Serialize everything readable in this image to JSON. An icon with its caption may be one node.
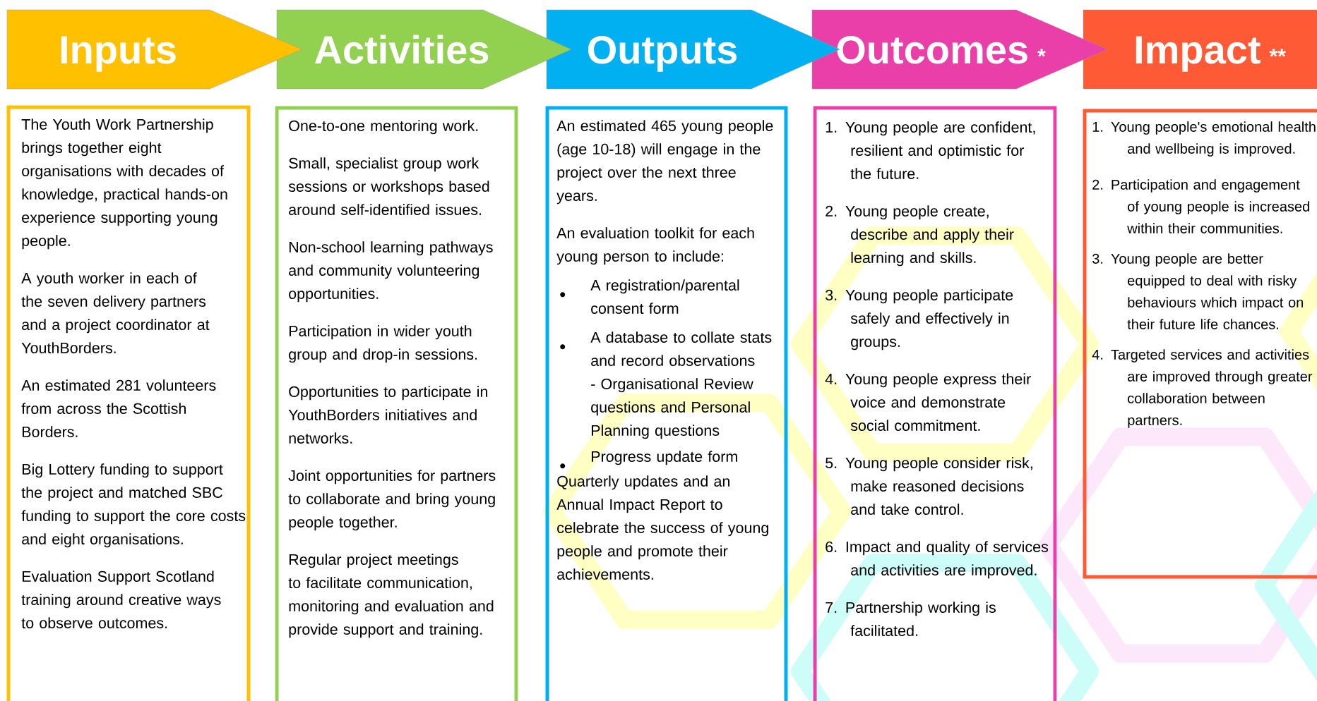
{
  "diagram": {
    "nodes": [
      {
        "text": [
          "Inputs"
        ]
      },
      {
        "text": [
          "Activities"
        ]
      },
      {
        "text": [
          "Outputs"
        ]
      },
      {
        "text": [
          "Outcomes",
          "*"
        ]
      },
      {
        "text": [
          "Impact",
          "**"
        ]
      },
      {
        "text": [
          "The Youth Work Partnership brings together eight organisations with decades of knowledge, practical hands-on experience supporting young people.",
          "A youth worker in each of the seven delivery partners and a project coordinator at YouthBorders.",
          "An estimated 281 volunteers from across the Scottish Borders.",
          "Big Lottery funding to support the project and matched SBC funding to support the core costs and eight organisations.",
          "Evaluation Support Scotland training around creative ways to observe outcomes."
        ]
      },
      {
        "text": [
          "One-to-one mentoring work.",
          "Small, specialist group work sessions or workshops based around self-identified issues.",
          "Non-school learning pathways and community volunteering opportunities.",
          "Participation in wider youth group and drop-in sessions.",
          "Opportunities to participate in YouthBorders initiatives and networks.",
          "Joint opportunities for partners to collaborate and bring young people together.",
          "Regular project meetings to facilitate communication, monitoring and evaluation and provide support and training."
        ]
      },
      {
        "text": [
          "An estimated 465 young people (age 10-18) will engage in the project over the next three years.",
          "An evaluation toolkit for each young person to include:",
          "A registration/parental consent form",
          "A database to collate stats and record observations - Organisational Review questions and Personal Planning questions",
          "Progress update form",
          "Quarterly updates and an Annual Impact Report to celebrate the success of young people and promote their achievements."
        ]
      },
      {
        "text": [
          "1. Young people are confident, resilient and optimistic for the future.",
          "2. Young people create, describe and apply their learning and skills.",
          "3. Young people participate safely and effectively in groups.",
          "4. Young people express their voice and demonstrate social commitment.",
          "5. Young people consider risk, make reasoned decisions and take control.",
          "6. Impact and quality of services and activities are improved.",
          "7. Partnership working is facilitated."
        ]
      },
      {
        "text": [
          "1. Young people's emotional health and wellbeing is improved.",
          "2. Participation and engagement of young people is increased within their communities.",
          "3. Young people are better equipped to deal with risky behaviours which impact on their future life chances.",
          "4. Targeted services and activities are improved through greater collaboration between partners."
        ]
      }
    ]
  }
}
